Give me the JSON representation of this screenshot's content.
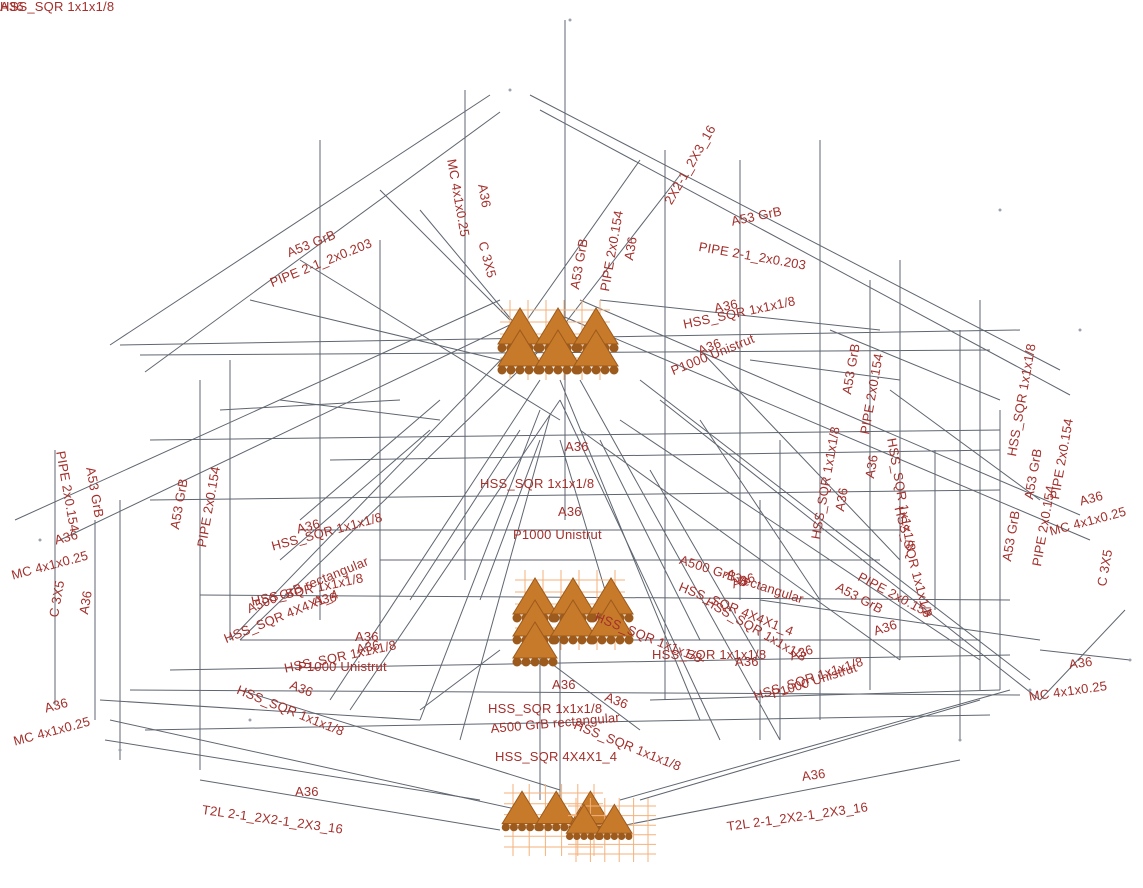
{
  "colors": {
    "label": "#a3302c",
    "member": "#5f6670",
    "support": "#c77a2a",
    "support_dark": "#9c5a1c",
    "support_light": "#f3b27c"
  },
  "labels": [
    "A53 GrB",
    "PIPE 2-1_2x0.203",
    "A53 GrB",
    "PIPE 2-1_2x0.203",
    "MC 4x1x0.25",
    "A36",
    "C 3X5",
    "A53 GrB",
    "PIPE 2x0.154",
    "A36",
    "2X2-1_2X3_16",
    "A36",
    "HSS_SQR 1x1x1/8",
    "A36",
    "P1000 Unistrut",
    "A53 GrB",
    "PIPE 2x0.154",
    "PIPE 2x0.154",
    "A53 GrB",
    "HSS_SQR 1x1x1/8",
    "HSS_SQR 1x1x1/8",
    "A36",
    "A53 GrB",
    "PIPE 2x0.154",
    "HSS_SQR 1x1x1/8",
    "A36",
    "MC 4x1x0.25",
    "C 3X5",
    "A53 GrB",
    "PIPE 2x0.154",
    "A36",
    "MC 4x1x0.25",
    "C 3X5",
    "A36",
    "A53 GrB",
    "PIPE 2x0.154",
    "A36",
    "HSS_SQR 1x1x1/8",
    "A36",
    "HSS_SQR 1x1x1/8",
    "A36",
    "P1000 Unistrut",
    "A36",
    "HSS_SQR 1x1x1/8",
    "A500 GrB rectangular",
    "HSS_SQR 4X4X1_4",
    "A36",
    "HSS_SQR 1x1x1/8",
    "A36",
    "P1000 Unistrut",
    "A36",
    "HSS_SQR 1x1x1/8",
    "A36",
    "MC 4x1x0.25",
    "A36",
    "MC 4x1x0.25",
    "A36",
    "T2L 2-1_2X2-1_2X3_16",
    "A36",
    "T2L 2-1_2X2-1_2X3_16",
    "A36",
    "HSS_SQR 1x1x1/8",
    "A36",
    "HSS_SQR 1x1x1/8",
    "A500 GrB rectangular",
    "HSS_SQR 4X4X1_4",
    "A36",
    "HSS_SQR 1x1x1/8",
    "A500 GrB rectangular",
    "HSS_SQR 4X4X1_4",
    "A36",
    "HSS_SQR 1x1x1/8",
    "A36",
    "HSS_SQR 1x1x1/8",
    "A36",
    "P1000 Unistrut",
    "A36",
    "HSS_SQR 1x1x1/8",
    "PIPE 2x0.154",
    "A53 GrB",
    "A36",
    "HSS_SQR 1x1x1/8",
    "A36",
    "HSS_SQR 1x1x1/8"
  ]
}
